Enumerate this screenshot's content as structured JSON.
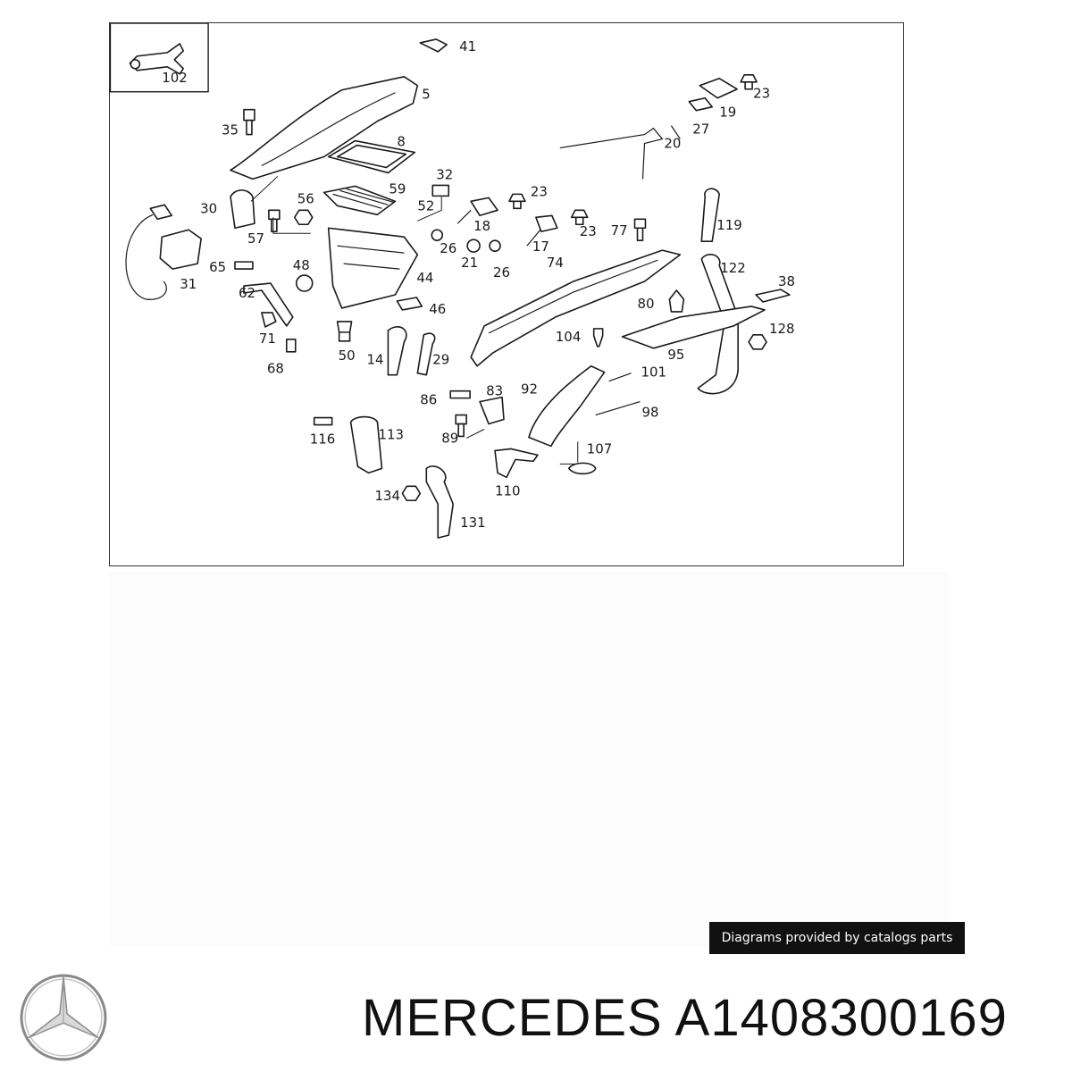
{
  "diagram": {
    "labels": [
      "102",
      "41",
      "5",
      "35",
      "8",
      "32",
      "59",
      "52",
      "30",
      "56",
      "57",
      "31",
      "65",
      "62",
      "71",
      "68",
      "48",
      "44",
      "46",
      "50",
      "14",
      "29",
      "18",
      "23",
      "26",
      "21",
      "17",
      "26b",
      "74",
      "23b",
      "77",
      "19",
      "27",
      "20",
      "23c",
      "119",
      "122",
      "38",
      "80",
      "104",
      "95",
      "128",
      "101",
      "92",
      "86",
      "83",
      "89",
      "98",
      "116",
      "113",
      "107",
      "110",
      "134",
      "131"
    ],
    "label_text": {
      "102": "102",
      "41": "41",
      "5": "5",
      "35": "35",
      "8": "8",
      "32": "32",
      "59": "59",
      "52": "52",
      "30": "30",
      "56": "56",
      "57": "57",
      "31": "31",
      "65": "65",
      "62": "62",
      "71": "71",
      "68": "68",
      "48": "48",
      "44": "44",
      "46": "46",
      "50": "50",
      "14": "14",
      "29": "29",
      "18": "18",
      "23": "23",
      "26": "26",
      "21": "21",
      "17": "17",
      "26b": "26",
      "74": "74",
      "23b": "23",
      "77": "77",
      "19": "19",
      "27": "27",
      "20": "20",
      "23c": "23",
      "119": "119",
      "122": "122",
      "38": "38",
      "80": "80",
      "104": "104",
      "95": "95",
      "128": "128",
      "101": "101",
      "92": "92",
      "86": "86",
      "83": "83",
      "89": "89",
      "98": "98",
      "116": "116",
      "113": "113",
      "107": "107",
      "110": "110",
      "134": "134",
      "131": "131"
    }
  },
  "credit": {
    "text": "Diagrams provided by catalogs parts"
  },
  "brand": {
    "name": "MERCEDES",
    "part_number": "A1408300169",
    "caption": "MERCEDES A1408300169",
    "logo_icon": "three-pointed-star-icon"
  },
  "colors": {
    "line": "#1a1a1a",
    "banner_bg": "#111111",
    "banner_text": "#ffffff"
  }
}
